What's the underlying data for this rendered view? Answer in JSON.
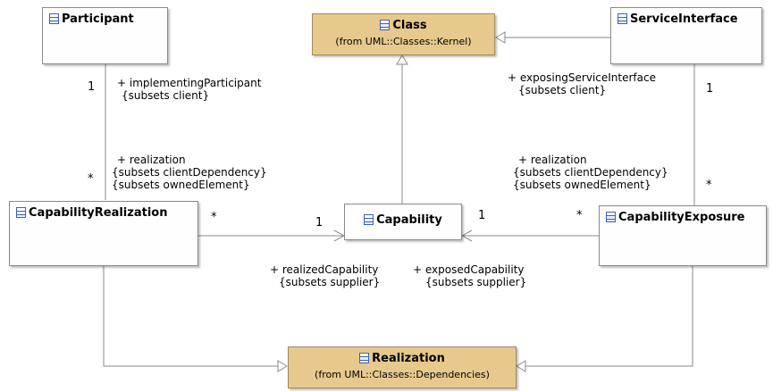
{
  "classes": {
    "participant": {
      "name": "Participant"
    },
    "class": {
      "name": "Class",
      "origin": "(from UML::Classes::Kernel)"
    },
    "service_interface": {
      "name": "ServiceInterface"
    },
    "capability_realization": {
      "name": "CapabilityRealization"
    },
    "capability": {
      "name": "Capability"
    },
    "capability_exposure": {
      "name": "CapabilityExposure"
    },
    "realization": {
      "name": "Realization",
      "origin": "(from UML::Classes::Dependencies)"
    }
  },
  "labels": {
    "implementing_participant": [
      "+ implementingParticipant",
      "{subsets client}"
    ],
    "realization_left": [
      "+ realization",
      "{subsets clientDependency}",
      "{subsets ownedElement}"
    ],
    "exposing_service_interface": [
      "+ exposingServiceInterface",
      "{subsets client}"
    ],
    "realization_right": [
      "+ realization",
      "{subsets clientDependency}",
      "{subsets ownedElement}"
    ],
    "realized_capability": [
      "+ realizedCapability",
      "{subsets supplier}"
    ],
    "exposed_capability": [
      "+ exposedCapability",
      "{subsets supplier}"
    ]
  },
  "multiplicities": {
    "participant_end": "1",
    "cap_realization_end_top": "*",
    "cap_realization_end_right": "*",
    "capability_end_left": "1",
    "capability_end_right": "1",
    "cap_exposure_end_left": "*",
    "service_interface_end": "1",
    "cap_exposure_end_top": "*"
  },
  "colors": {
    "metaclass_fill": "#e8c98d",
    "class_fill": "#fefefe",
    "line": "#8a8a8a",
    "icon": "#3b63b3"
  }
}
